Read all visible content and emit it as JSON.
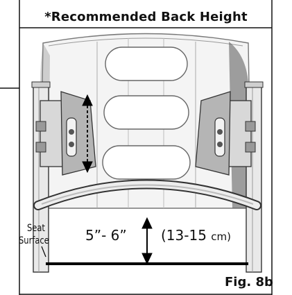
{
  "title": "*Recommended Back Height",
  "seat_label_line1": "Seat",
  "seat_label_line2": "Surface",
  "height_inches": "5”- 6”",
  "height_cm_value": "(13-15",
  "height_cm_unit": "cm)",
  "figure_label": "Fig. 8b",
  "colors": {
    "line": "#000000",
    "frame": "#111111",
    "metal": "#cfcfcf",
    "shadow": "#6a6a6a"
  }
}
